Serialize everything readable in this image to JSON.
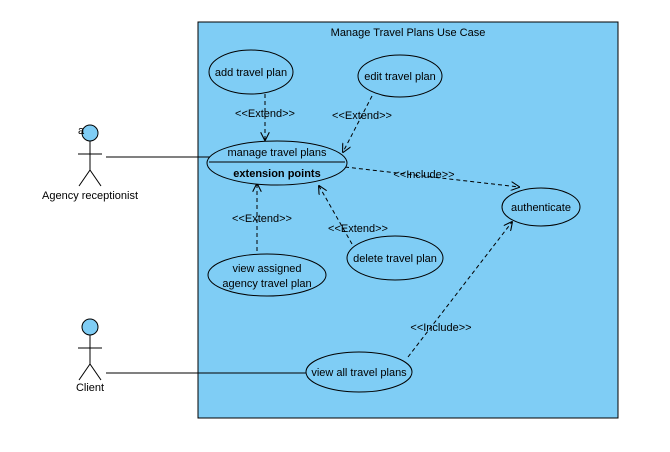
{
  "system": {
    "title": "Manage Travel Plans Use Case"
  },
  "actors": {
    "receptionist": {
      "name": "Agency receptionist",
      "marker": "a"
    },
    "client": {
      "name": "Client"
    }
  },
  "use_cases": {
    "add": [
      "add travel plan"
    ],
    "edit": [
      "edit travel plan"
    ],
    "manage": [
      "manage travel plans"
    ],
    "manage_ext": "extension points",
    "authenticate": [
      "authenticate"
    ],
    "view_assigned": [
      "view assigned",
      "agency travel plan"
    ],
    "delete": [
      "delete travel plan"
    ],
    "view_all": [
      "view all travel plans"
    ]
  },
  "stereotypes": {
    "add_extend": "<<Extend>>",
    "edit_extend": "<<Extend>>",
    "include_manage": "<<Include>>",
    "view_assigned_extend": "<<Extend>>",
    "delete_extend": "<<Extend>>",
    "include_view_all": "<<Include>>"
  },
  "colors": {
    "system_fill": "#7fcdf5",
    "stroke": "#000000",
    "actor_head": "#7fcdf5"
  }
}
